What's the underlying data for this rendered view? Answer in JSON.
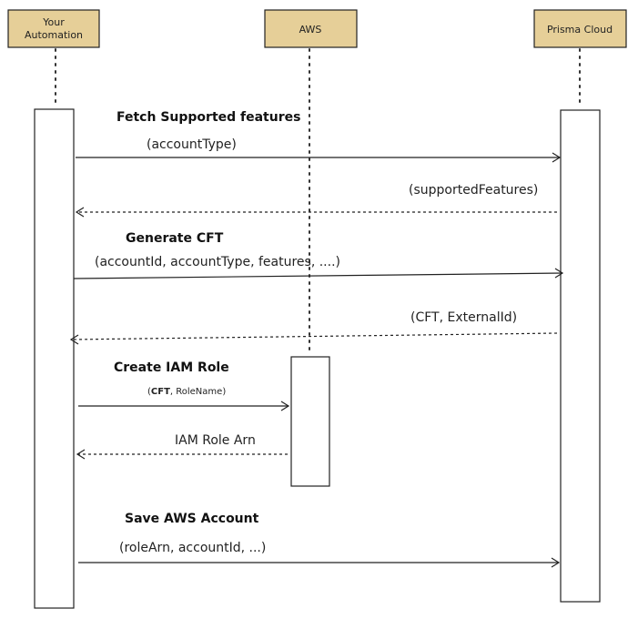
{
  "actors": {
    "automation": {
      "line1": "Your",
      "line2": "Automation"
    },
    "aws": {
      "label": "AWS"
    },
    "prisma": {
      "label": "Prisma Cloud"
    }
  },
  "steps": {
    "fetch": {
      "title": "Fetch Supported features",
      "request": "(accountType)",
      "response": "(supportedFeatures)"
    },
    "generate": {
      "title": "Generate CFT",
      "request": "(accountId, accountType, features, ....)",
      "response": "(CFT, ExternalId)"
    },
    "iam": {
      "title": "Create IAM Role",
      "request_bold": "CFT",
      "request_rest": ", RoleName)",
      "request_open": "(",
      "response": "IAM Role Arn"
    },
    "save": {
      "title": "Save AWS Account",
      "request": "(roleArn, accountId, ...)"
    }
  },
  "colors": {
    "actor_fill": "#e6cf98"
  }
}
